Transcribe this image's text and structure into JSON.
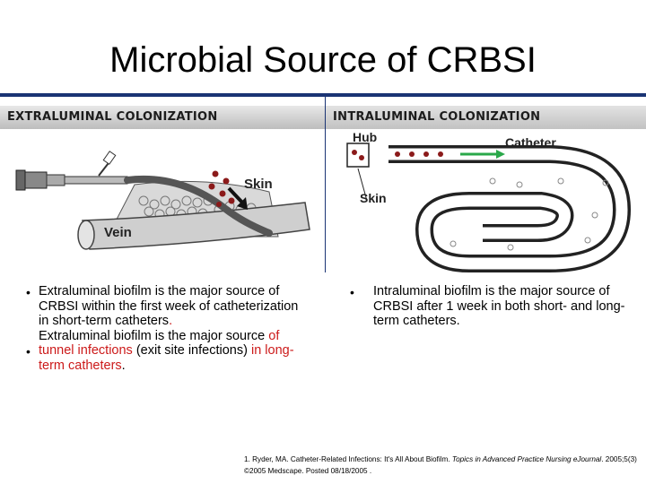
{
  "slide": {
    "title": "Microbial Source of CRBSI"
  },
  "figure": {
    "left_panel": {
      "header": "EXTRALUMINAL COLONIZATION",
      "labels": {
        "skin": "Skin",
        "vein": "Vein"
      }
    },
    "right_panel": {
      "header": "INTRALUMINAL COLONIZATION",
      "labels": {
        "hub": "Hub",
        "catheter": "Catheter",
        "skin": "Skin"
      }
    }
  },
  "left_bullets": {
    "b1_text": "Extraluminal biofilm is the major source of CRBSI within the first week of catheterization in short-term catheters",
    "b1_end": ".",
    "b2_a": "Extraluminal biofilm is the major source ",
    "b2_b": "of tunnel infections",
    "b2_c": " (exit site infections) ",
    "b2_d": "in long-term catheters",
    "b2_e": "."
  },
  "right_bullets": {
    "b1_text": "Intraluminal biofilm is the major source of CRBSI after 1 week in both short- and long-term catheters."
  },
  "bullet_symbol": "•",
  "citation": {
    "part1": "1. Ryder, MA. Catheter-Related Infections: It's All About Biofilm. ",
    "journal": "Topics in Advanced Practice Nursing eJournal",
    "part2": ". 2005;5(3) ©2005 Medscape. Posted 08/18/2005 ."
  },
  "colors": {
    "frame": "#1a3474",
    "emphasis": "#cc1a1a",
    "organism": "#8b1a1a",
    "arrow": "#2aa84a"
  }
}
